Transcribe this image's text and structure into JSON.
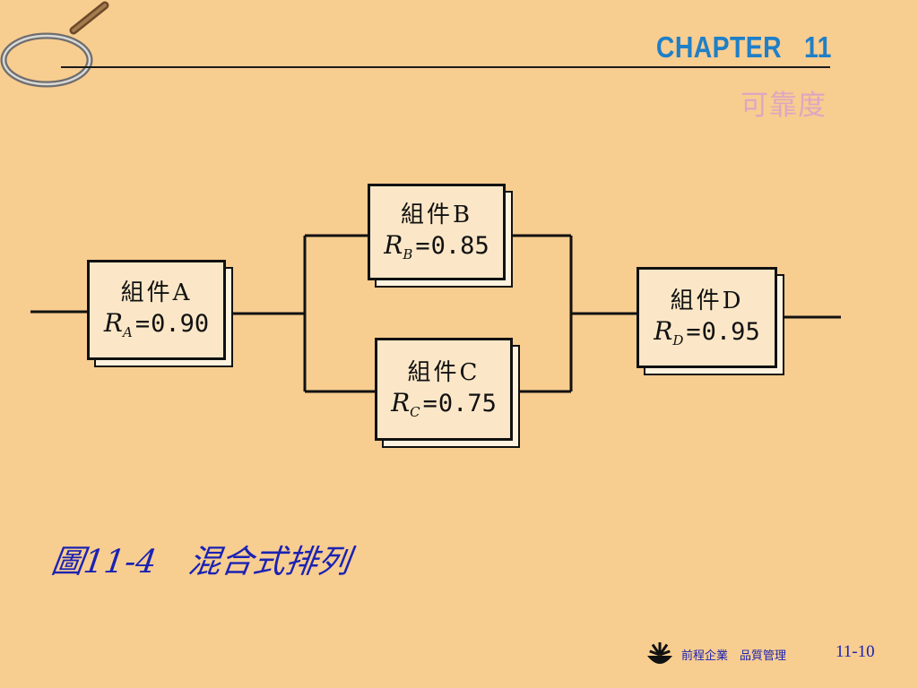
{
  "header": {
    "chapter": "CHAPTER   11",
    "subtitle": "可靠度"
  },
  "diagram": {
    "components": [
      {
        "id": "A",
        "label": "組件A",
        "symbol": "R",
        "subscript": "A",
        "value": "0.90"
      },
      {
        "id": "B",
        "label": "組件B",
        "symbol": "R",
        "subscript": "B",
        "value": "0.85"
      },
      {
        "id": "C",
        "label": "組件C",
        "symbol": "R",
        "subscript": "C",
        "value": "0.75"
      },
      {
        "id": "D",
        "label": "組件D",
        "symbol": "R",
        "subscript": "D",
        "value": "0.95"
      }
    ],
    "equals": "="
  },
  "caption": "圖11-4　混合式排列",
  "footer": {
    "company": "前程企業　品質管理",
    "page": "11-10"
  },
  "colors": {
    "background": "#f8cd90",
    "chapter": "#1f7fc7",
    "subtitle": "#e0a6c0",
    "caption": "#1a22b3"
  },
  "icons": [
    "magnifier-icon",
    "company-logo-icon"
  ]
}
